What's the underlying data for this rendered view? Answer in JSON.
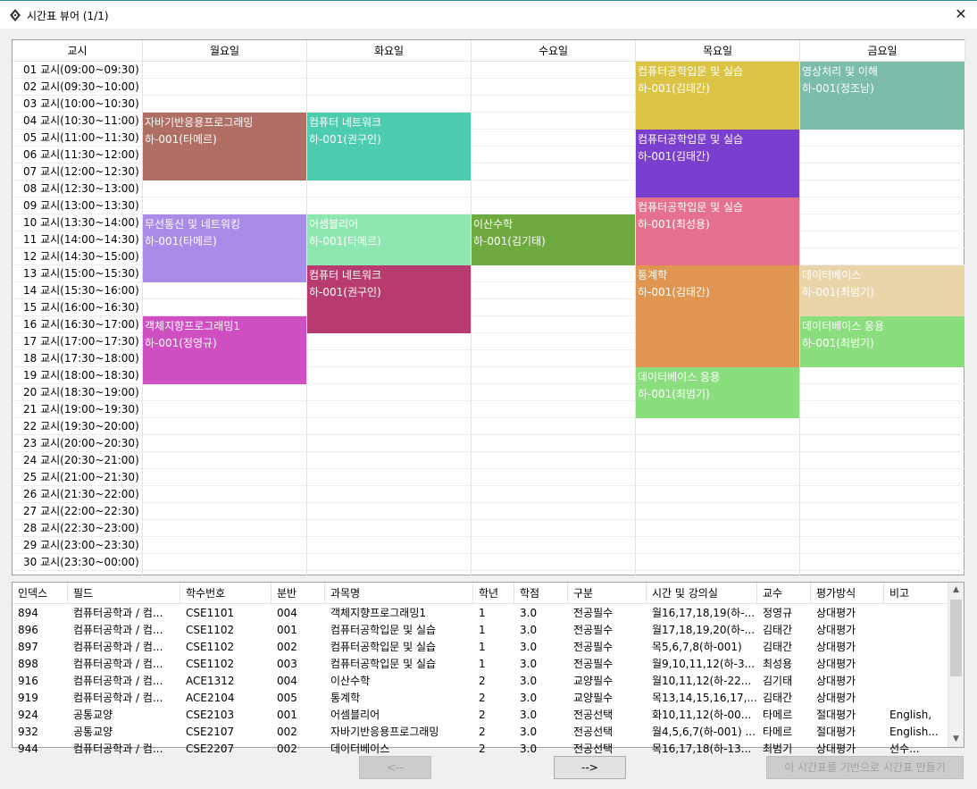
{
  "window": {
    "title": "시간표 뷰어 (1/1)"
  },
  "grid": {
    "corner": "교시",
    "days": [
      "월요일",
      "화요일",
      "수요일",
      "목요일",
      "금요일"
    ],
    "periods": [
      "01 교시(09:00~09:30)",
      "02 교시(09:30~10:00)",
      "03 교시(10:00~10:30)",
      "04 교시(10:30~11:00)",
      "05 교시(11:00~11:30)",
      "06 교시(11:30~12:00)",
      "07 교시(12:00~12:30)",
      "08 교시(12:30~13:00)",
      "09 교시(13:00~13:30)",
      "10 교시(13:30~14:00)",
      "11 교시(14:00~14:30)",
      "12 교시(14:30~15:00)",
      "13 교시(15:00~15:30)",
      "14 교시(15:30~16:00)",
      "15 교시(16:00~16:30)",
      "16 교시(16:30~17:00)",
      "17 교시(17:00~17:30)",
      "18 교시(17:30~18:00)",
      "19 교시(18:00~18:30)",
      "20 교시(18:30~19:00)",
      "21 교시(19:00~19:30)",
      "22 교시(19:30~20:00)",
      "23 교시(20:00~20:30)",
      "24 교시(20:30~21:00)",
      "25 교시(21:00~21:30)",
      "26 교시(21:30~22:00)",
      "27 교시(22:00~22:30)",
      "28 교시(22:30~23:00)",
      "29 교시(23:00~23:30)",
      "30 교시(23:30~00:00)"
    ],
    "blocks": [
      {
        "day": 0,
        "start": 4,
        "end": 7,
        "title": "자바기반응용프로그래밍",
        "room": "하-001(타메르)",
        "color": "#b06f64"
      },
      {
        "day": 0,
        "start": 10,
        "end": 13,
        "title": "무선통신 및 네트워킹",
        "room": "하-001(타메르)",
        "color": "#a98ce8"
      },
      {
        "day": 0,
        "start": 16,
        "end": 19,
        "title": "객체지향프로그래밍1",
        "room": "하-001(정영규)",
        "color": "#cf4fc2"
      },
      {
        "day": 1,
        "start": 4,
        "end": 7,
        "title": "컴퓨터 네트워크",
        "room": "하-001(권구인)",
        "color": "#4ecdae"
      },
      {
        "day": 1,
        "start": 10,
        "end": 12,
        "title": "어셈블리어",
        "room": "하-001(타메르)",
        "color": "#8de7ae"
      },
      {
        "day": 1,
        "start": 13,
        "end": 16,
        "title": "컴퓨터 네트워크",
        "room": "하-001(권구인)",
        "color": "#b83b6e"
      },
      {
        "day": 2,
        "start": 10,
        "end": 12,
        "title": "이산수학",
        "room": "하-001(김기태)",
        "color": "#6eaa3f"
      },
      {
        "day": 3,
        "start": 1,
        "end": 4,
        "title": "컴퓨터공학입문 및 실습",
        "room": "하-001(김태간)",
        "color": "#dbc443"
      },
      {
        "day": 3,
        "start": 5,
        "end": 8,
        "title": "컴퓨터공학입문 및 실습",
        "room": "하-001(김태간)",
        "color": "#7b3fd0"
      },
      {
        "day": 3,
        "start": 9,
        "end": 12,
        "title": "컴퓨터공학입문 및 실습",
        "room": "하-001(최성용)",
        "color": "#e5718e"
      },
      {
        "day": 3,
        "start": 13,
        "end": 18,
        "title": "통계학",
        "room": "하-001(김태간)",
        "color": "#e09651"
      },
      {
        "day": 3,
        "start": 19,
        "end": 21,
        "title": "데이터베이스 응용",
        "room": "하-001(최범기)",
        "color": "#8ade7d"
      },
      {
        "day": 4,
        "start": 1,
        "end": 4,
        "title": "영상처리 및 이해",
        "room": "하-001(정조남)",
        "color": "#7bbcab"
      },
      {
        "day": 4,
        "start": 13,
        "end": 15,
        "title": "데이터베이스",
        "room": "하-001(최범기)",
        "color": "#ead5aa"
      },
      {
        "day": 4,
        "start": 16,
        "end": 18,
        "title": "데이터베이스 응용",
        "room": "하-001(최범기)",
        "color": "#8ade7d"
      }
    ]
  },
  "list": {
    "headers": [
      "인덱스",
      "필드",
      "학수번호",
      "분반",
      "과목명",
      "학년",
      "학점",
      "구분",
      "시간 및 강의실",
      "교수",
      "평가방식",
      "비고"
    ],
    "rows": [
      [
        "894",
        "컴퓨터공학과 / 컴...",
        "CSE1101",
        "004",
        "객체지향프로그래밍1",
        "1",
        "3.0",
        "전공필수",
        "월16,17,18,19(하-...",
        "정영규",
        "상대평가",
        ""
      ],
      [
        "896",
        "컴퓨터공학과 / 컴...",
        "CSE1102",
        "001",
        "컴퓨터공학입문 및 실습",
        "1",
        "3.0",
        "전공필수",
        "월17,18,19,20(하-...",
        "김태간",
        "상대평가",
        ""
      ],
      [
        "897",
        "컴퓨터공학과 / 컴...",
        "CSE1102",
        "002",
        "컴퓨터공학입문 및 실습",
        "1",
        "3.0",
        "전공필수",
        "목5,6,7,8(하-001)",
        "김태간",
        "상대평가",
        ""
      ],
      [
        "898",
        "컴퓨터공학과 / 컴...",
        "CSE1102",
        "003",
        "컴퓨터공학입문 및 실습",
        "1",
        "3.0",
        "전공필수",
        "월9,10,11,12(하-3...",
        "최성용",
        "상대평가",
        ""
      ],
      [
        "916",
        "컴퓨터공학과 / 컴...",
        "ACE1312",
        "004",
        "이산수학",
        "2",
        "3.0",
        "교양필수",
        "월10,11,12(하-22...",
        "김기태",
        "상대평가",
        ""
      ],
      [
        "919",
        "컴퓨터공학과 / 컴...",
        "ACE2104",
        "005",
        "통계학",
        "2",
        "3.0",
        "교양필수",
        "목13,14,15,16,17,...",
        "김태간",
        "상대평가",
        ""
      ],
      [
        "924",
        "공통교양",
        "CSE2103",
        "001",
        "어셈블리어",
        "2",
        "3.0",
        "전공선택",
        "화10,11,12(하-00...",
        "타메르",
        "절대평가",
        "English,"
      ],
      [
        "932",
        "공통교양",
        "CSE2107",
        "002",
        "자바기반응용프로그래밍",
        "2",
        "3.0",
        "전공선택",
        "월4,5,6,7(하-001) ...",
        "타메르",
        "절대평가",
        "English..."
      ],
      [
        "944",
        "컴퓨터공학과 / 컴...",
        "CSE2207",
        "002",
        "데이터베이스",
        "2",
        "3.0",
        "전공선택",
        "목16,17,18(하-13...",
        "최범기",
        "상대평가",
        "선수..."
      ]
    ]
  },
  "buttons": {
    "prev": "<--",
    "next": "-->",
    "make": "이 시간표를 기반으로 시간표 만들기"
  }
}
